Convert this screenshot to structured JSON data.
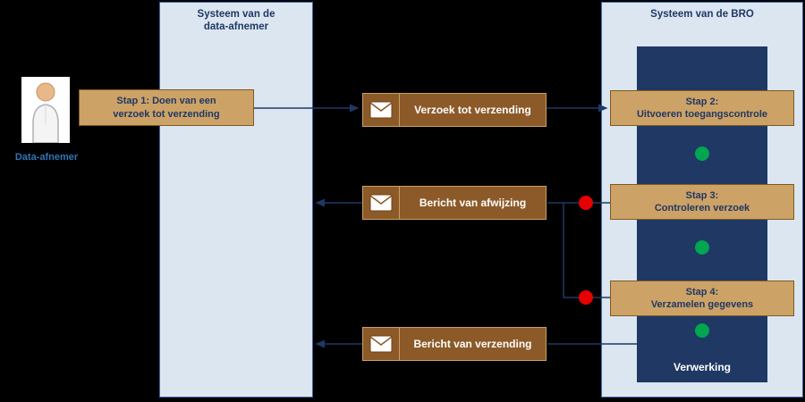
{
  "lanes": {
    "consumer": {
      "title": "Systeem van de data-afnemer"
    },
    "bro": {
      "title": "Systeem van de BRO"
    }
  },
  "actor": {
    "label": "Data-afnemer"
  },
  "process": {
    "label": "Verwerking"
  },
  "steps": {
    "stap1": {
      "line1": "Stap 1: Doen van een",
      "line2": "verzoek tot verzending"
    },
    "stap2": {
      "line1": "Stap 2:",
      "line2": "Uitvoeren toegangscontrole"
    },
    "stap3": {
      "line1": "Stap 3:",
      "line2": "Controleren verzoek"
    },
    "stap4": {
      "line1": "Stap 4:",
      "line2": "Verzamelen gegevens"
    }
  },
  "messages": {
    "verzoek": {
      "label": "Verzoek tot verzending",
      "icon": "envelope-icon"
    },
    "afwijzing": {
      "label": "Bericht van afwijzing",
      "icon": "envelope-icon"
    },
    "verzending": {
      "label": "Bericht van verzending",
      "icon": "envelope-icon"
    }
  },
  "colors": {
    "background": "#000000",
    "lane_fill": "#dce6f1",
    "lane_border": "#3a66a8",
    "process_fill": "#1f3864",
    "step_fill": "#cda266",
    "step_border": "#7f5a21",
    "step_text": "#1f3864",
    "message_fill": "#8c5a28",
    "message_border": "#c9a063",
    "message_text": "#ffffff",
    "arrow": "#1f3864",
    "success_dot": "#00a550",
    "reject_dot": "#e60000",
    "actor_label": "#2e75b6"
  }
}
